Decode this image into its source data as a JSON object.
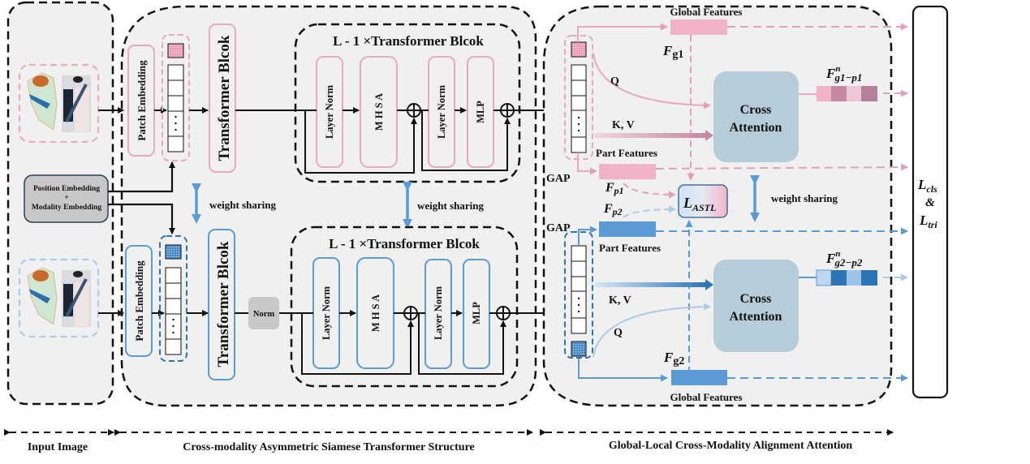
{
  "diagram": {
    "sections": {
      "input": "Input Image",
      "siamese": "Cross-modality Asymmetric Siamese Transformer Structure",
      "alignment": "Global-Local Cross-Modality Alignment Attention"
    },
    "embedding": {
      "line1": "Position Embedding",
      "line2": "+",
      "line3": "Modality Embedding"
    },
    "patch_embedding": "Patch Embedding",
    "transformer_block": "Transformer Blcok",
    "stack_title": "L - 1 ×Transformer Blcok",
    "layer_norm": "Layer Norm",
    "mhsa": "M H S A",
    "mlp": "MLP",
    "norm": "Norm",
    "weight_sharing": "weight sharing",
    "token_dots": "· · ·",
    "branch_top": {
      "global_features": "Global Features",
      "fg": "F",
      "fg_sub": "g1",
      "q": "Q",
      "kv": "K, V",
      "part_features": "Part Features",
      "gap": "GAP",
      "fp": "F",
      "fp_sub": "p1",
      "out": "F",
      "out_sup": "n",
      "out_sub": "g1−p1",
      "cross_attention_1": "Cross",
      "cross_attention_2": "Attention"
    },
    "branch_bottom": {
      "global_features": "Global Features",
      "fg": "F",
      "fg_sub": "g2",
      "q": "Q",
      "kv": "K, V",
      "part_features": "Part Features",
      "gap": "GAP",
      "fp": "F",
      "fp_sub": "p2",
      "out": "F",
      "out_sup": "n",
      "out_sub": "g2−p2",
      "cross_attention_1": "Cross",
      "cross_attention_2": "Attention"
    },
    "astl": {
      "main": "L",
      "sub": "ASTL"
    },
    "loss": {
      "cls": "L",
      "cls_sub": "cls",
      "amp": "&",
      "tri": "L",
      "tri_sub": "tri"
    },
    "colors": {
      "pink": "#e8a9bf",
      "pink_fill": "#f0b3c6",
      "pink_dark": "#c48aa3",
      "blue": "#5b9bd5",
      "blue_light": "#a9cbe8",
      "blue_dark": "#2e75b6",
      "panel": "#f0f0f0",
      "cross_attention": "#b6cdd9",
      "norm_fill": "#c8c8c8"
    }
  }
}
